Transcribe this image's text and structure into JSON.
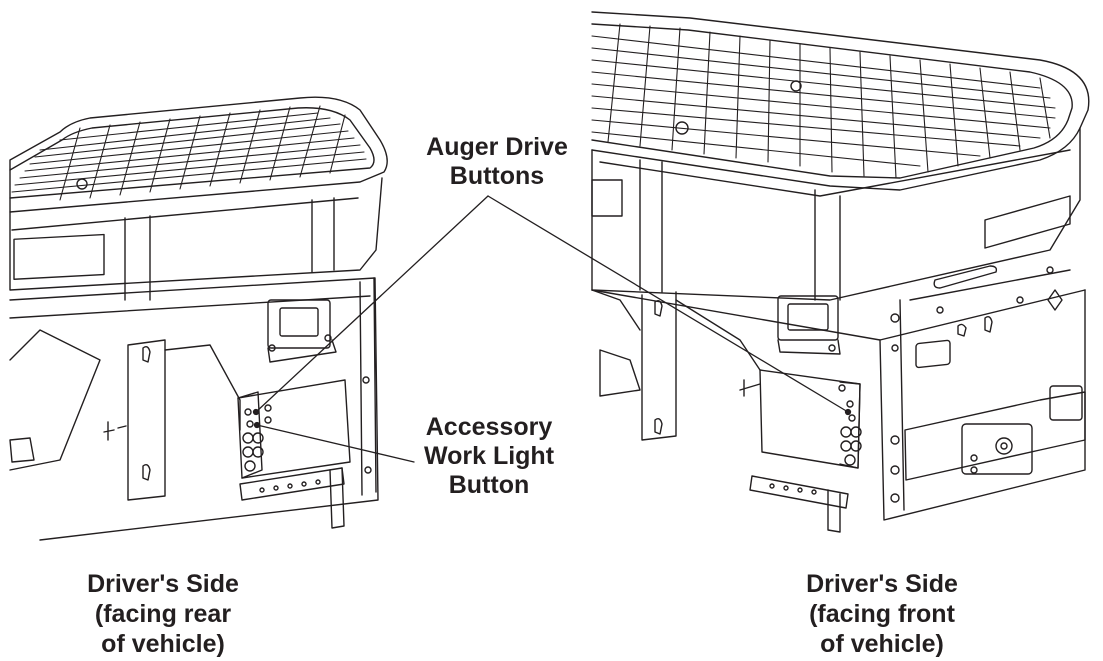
{
  "callouts": {
    "auger": {
      "line1": "Auger Drive",
      "line2": "Buttons"
    },
    "work_light": {
      "line1": "Accessory",
      "line2": "Work Light",
      "line3": "Button"
    }
  },
  "captions": {
    "left": {
      "line1": "Driver's Side",
      "line2": "(facing rear",
      "line3": "of vehicle)"
    },
    "right": {
      "line1": "Driver's Side",
      "line2": "(facing front",
      "line3": "of vehicle)"
    }
  },
  "colors": {
    "ink": "#231f20",
    "background": "#ffffff"
  }
}
